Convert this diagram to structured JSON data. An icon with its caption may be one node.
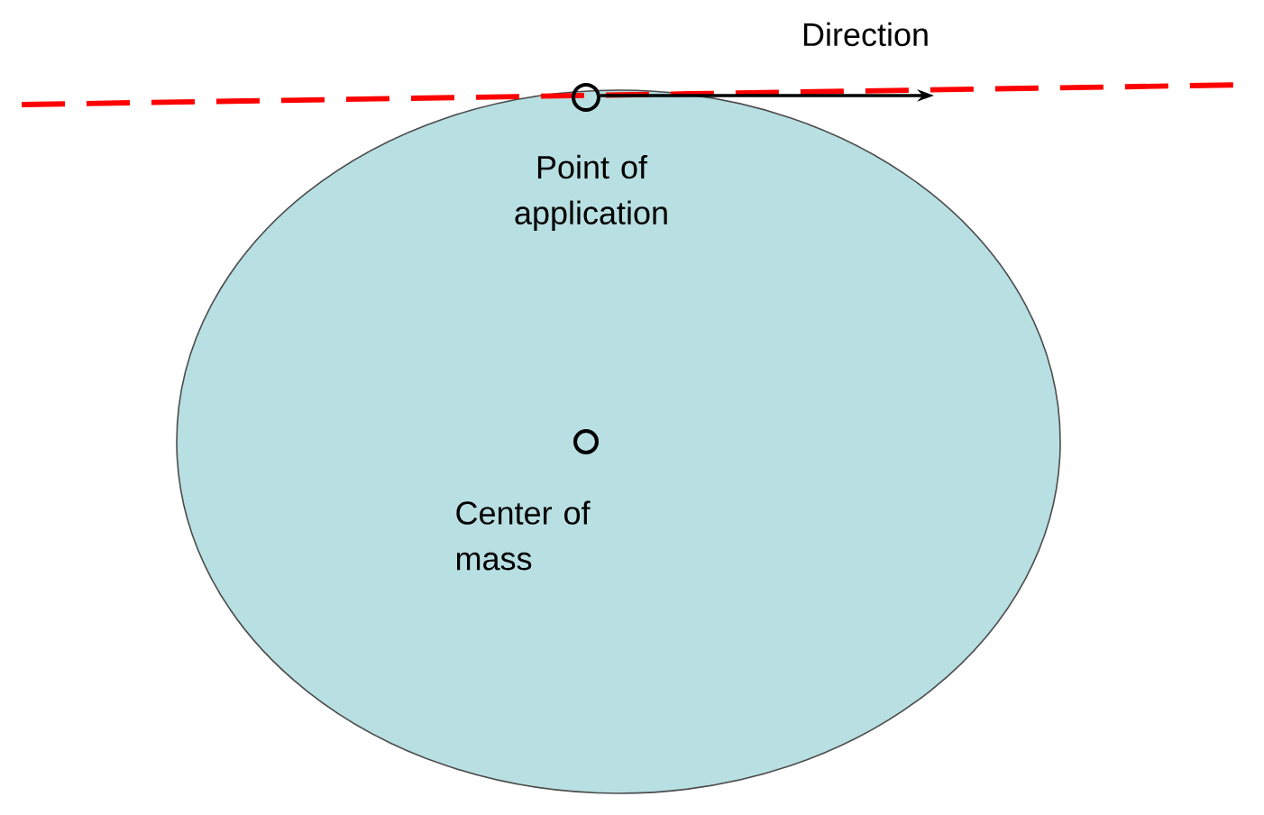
{
  "diagram": {
    "nodes": [
      {
        "text": [],
        "shape": "ellipse"
      },
      {
        "text": [],
        "shape": "circle",
        "beside": [
          "Point of application"
        ]
      },
      {
        "text": [],
        "shape": "circle",
        "beside": [
          "Center of mass"
        ],
        "in": 0
      }
    ],
    "labels": [
      "Direction"
    ]
  }
}
